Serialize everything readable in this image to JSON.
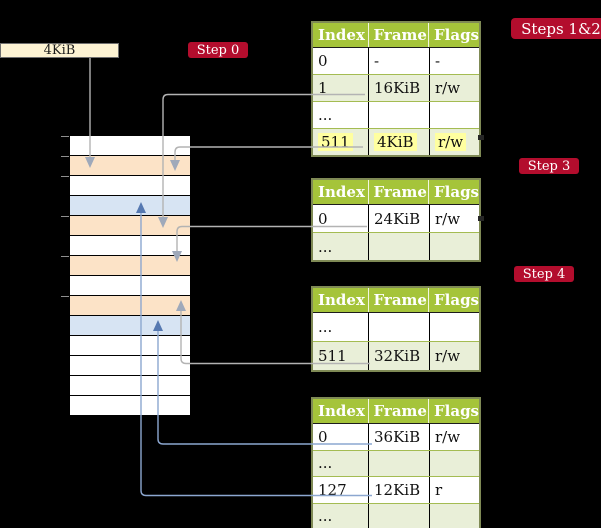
{
  "legend": {
    "size_label": "4KiB"
  },
  "step_badges": [
    {
      "label": "Step 0"
    },
    {
      "label": "Steps 1&2"
    },
    {
      "label": "Step 3"
    },
    {
      "label": "Step 4"
    }
  ],
  "memory_column": {
    "rows": [
      "white",
      "orange",
      "white",
      "blue",
      "orange",
      "white",
      "orange",
      "white",
      "orange",
      "blue",
      "white",
      "white",
      "white",
      "white"
    ],
    "tick_row_indexes": [
      0,
      1,
      2,
      4,
      6,
      8
    ]
  },
  "page_tables": [
    {
      "headers": [
        "Index",
        "Frame",
        "Flags"
      ],
      "rows": [
        {
          "cells": [
            "0",
            "-",
            "-"
          ],
          "shaded": false,
          "highlighted": false
        },
        {
          "cells": [
            "1",
            "16KiB",
            "r/w"
          ],
          "shaded": true,
          "highlighted": false
        },
        {
          "cells": [
            "...",
            "",
            ""
          ],
          "shaded": false,
          "highlighted": false
        },
        {
          "cells": [
            "511",
            "4KiB",
            "r/w"
          ],
          "shaded": true,
          "highlighted": true
        }
      ]
    },
    {
      "headers": [
        "Index",
        "Frame",
        "Flags"
      ],
      "rows": [
        {
          "cells": [
            "0",
            "24KiB",
            "r/w"
          ],
          "shaded": false,
          "highlighted": false
        },
        {
          "cells": [
            "...",
            "",
            ""
          ],
          "shaded": true,
          "highlighted": false
        }
      ]
    },
    {
      "headers": [
        "Index",
        "Frame",
        "Flags"
      ],
      "rows": [
        {
          "cells": [
            "...",
            "",
            ""
          ],
          "shaded": false,
          "highlighted": false
        },
        {
          "cells": [
            "511",
            "32KiB",
            "r/w"
          ],
          "shaded": true,
          "highlighted": false
        }
      ]
    },
    {
      "headers": [
        "Index",
        "Frame",
        "Flags"
      ],
      "rows": [
        {
          "cells": [
            "0",
            "36KiB",
            "r/w"
          ],
          "shaded": false,
          "highlighted": false
        },
        {
          "cells": [
            "...",
            "",
            ""
          ],
          "shaded": true,
          "highlighted": false
        },
        {
          "cells": [
            "127",
            "12KiB",
            "r"
          ],
          "shaded": false,
          "highlighted": false
        },
        {
          "cells": [
            "...",
            "",
            ""
          ],
          "shaded": true,
          "highlighted": false
        }
      ]
    }
  ],
  "colors": {
    "badge_red": "#b30d2d",
    "table_header_green": "#a5c43a",
    "table_row_shaded": "#e9efd8",
    "table_border_olive": "#7f8a55",
    "row_sep_green": "#a4bc52",
    "memory_orange": "#fce3c7",
    "memory_blue": "#d7e4f3",
    "legend_cream": "#fdf3d3",
    "highlight_yellow": "#ffffa0",
    "connector_gray": "#b3b3b3",
    "connector_blue": "#8ca7d0",
    "arrow_gray": "#9fa9ba",
    "arrow_blue": "#5679b1"
  }
}
